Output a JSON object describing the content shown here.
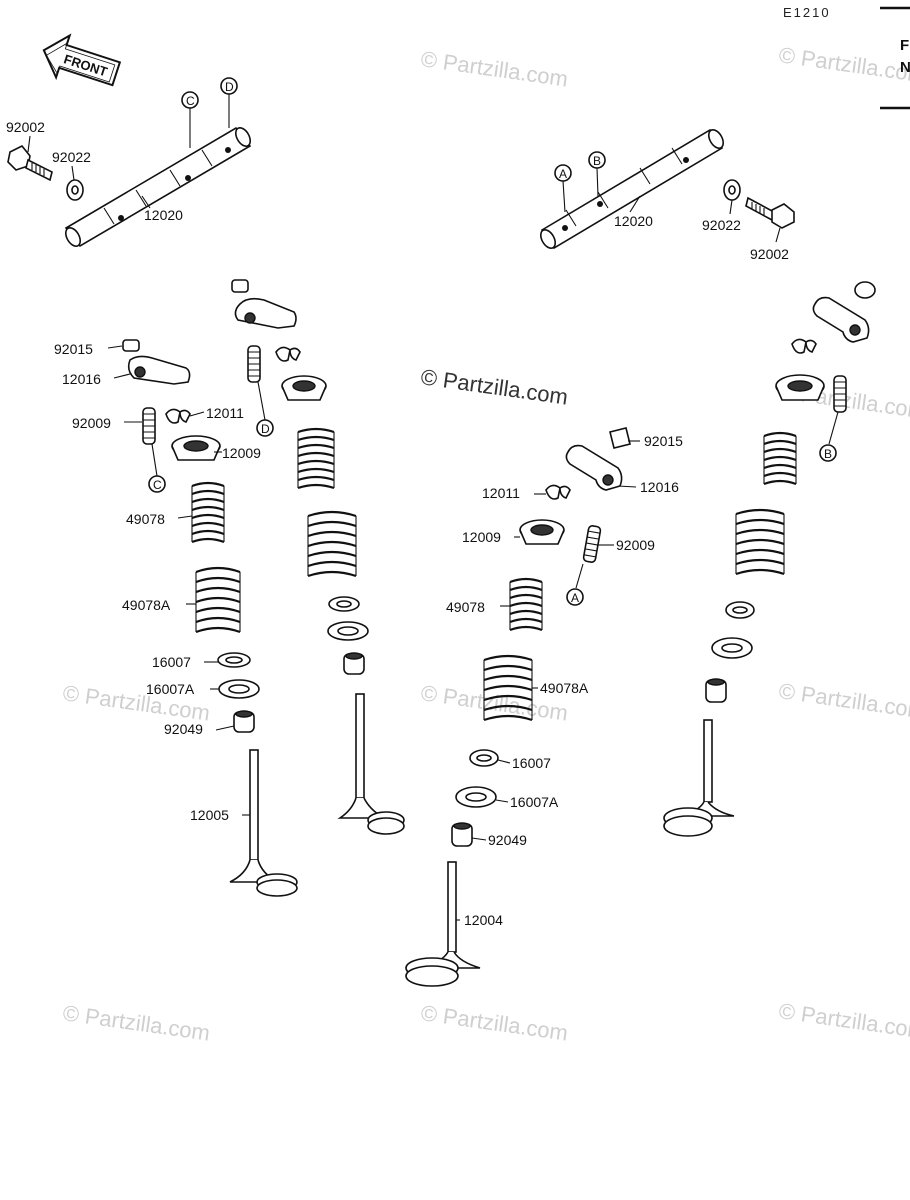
{
  "diagram_code": "E1210",
  "corner_header": [
    "F",
    "N"
  ],
  "front_arrow": "FRONT",
  "watermarks": {
    "text": "© Partzilla.com",
    "faint_count": 9,
    "center": "© Partzilla.com"
  },
  "callouts": {
    "A": "A",
    "B": "B",
    "C": "C",
    "D": "D"
  },
  "left": {
    "bolt": "92002",
    "washer": "92022",
    "shaft": "12020",
    "nut": "92015",
    "rocker_arm": "12016",
    "adjust_screw": "92009",
    "cotter": "12011",
    "retainer": "12009",
    "spring_inner": "49078",
    "spring_outer": "49078A",
    "seat_inner": "16007",
    "seat_outer": "16007A",
    "seal": "92049",
    "valve": "12005"
  },
  "right": {
    "shaft": "12020",
    "washer": "92022",
    "bolt": "92002",
    "nut": "92015",
    "rocker_arm": "12016",
    "cotter": "12011",
    "retainer": "12009",
    "adjust_screw": "92009",
    "spring_inner": "49078",
    "spring_outer": "49078A",
    "seat_inner": "16007",
    "seat_outer": "16007A",
    "seal": "92049",
    "valve": "12004"
  }
}
